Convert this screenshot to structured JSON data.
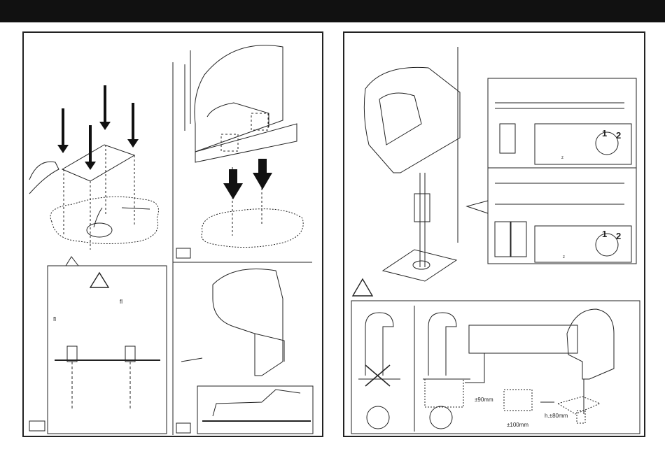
{
  "header": {
    "color": "#111111"
  },
  "wiring": {
    "pin_1": "1",
    "pin_2": "2",
    "pin_1b": "1",
    "pin_2b": "2",
    "note": "z",
    "note_b": "z"
  },
  "notes": {
    "mark_a": "fl",
    "mark_b": "fl"
  },
  "dimensions": {
    "width_label": "±90mm",
    "length_label": "±100mm",
    "height_label": "h.±80mm"
  },
  "icons": [
    "warning-triangle-icon",
    "arrow-down-icon",
    "screwdriver-icon",
    "no-icon"
  ]
}
